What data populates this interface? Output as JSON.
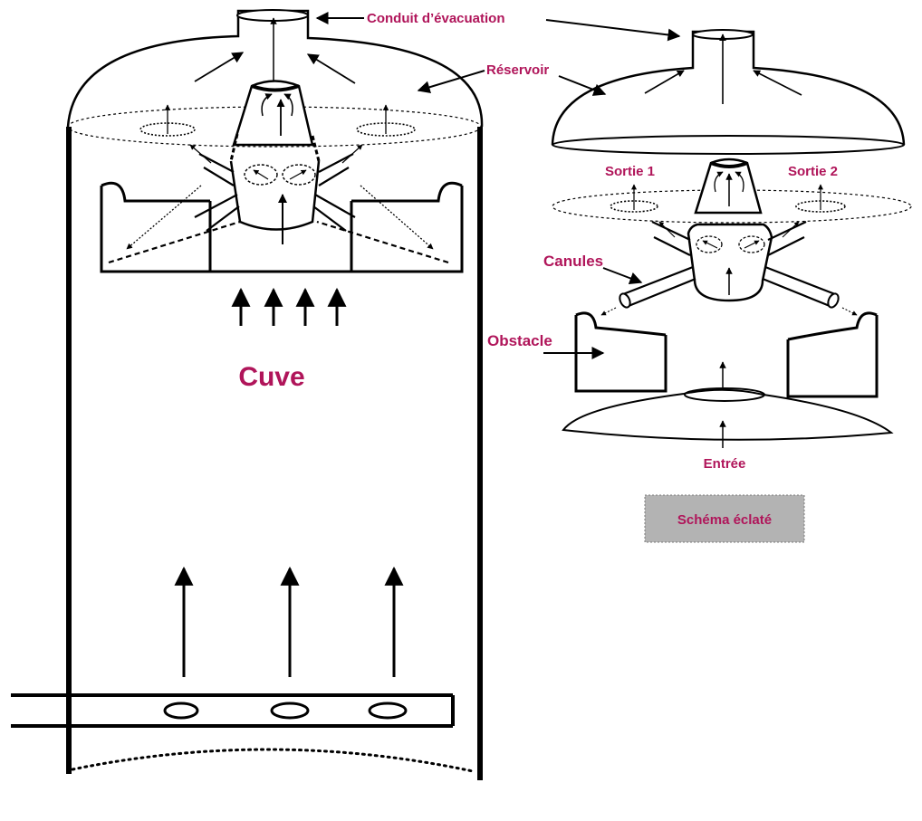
{
  "labels": {
    "conduit": "Conduit d’évacuation",
    "reservoir": "Réservoir",
    "sortie1": "Sortie 1",
    "sortie2": "Sortie 2",
    "canules": "Canules",
    "obstacle": "Obstacle",
    "entree": "Entrée",
    "cuve": "Cuve"
  },
  "button": {
    "label": "Schéma éclaté"
  },
  "colors": {
    "accent": "#b0155a",
    "stroke": "#000000",
    "button_bg": "#b3b3b3"
  }
}
